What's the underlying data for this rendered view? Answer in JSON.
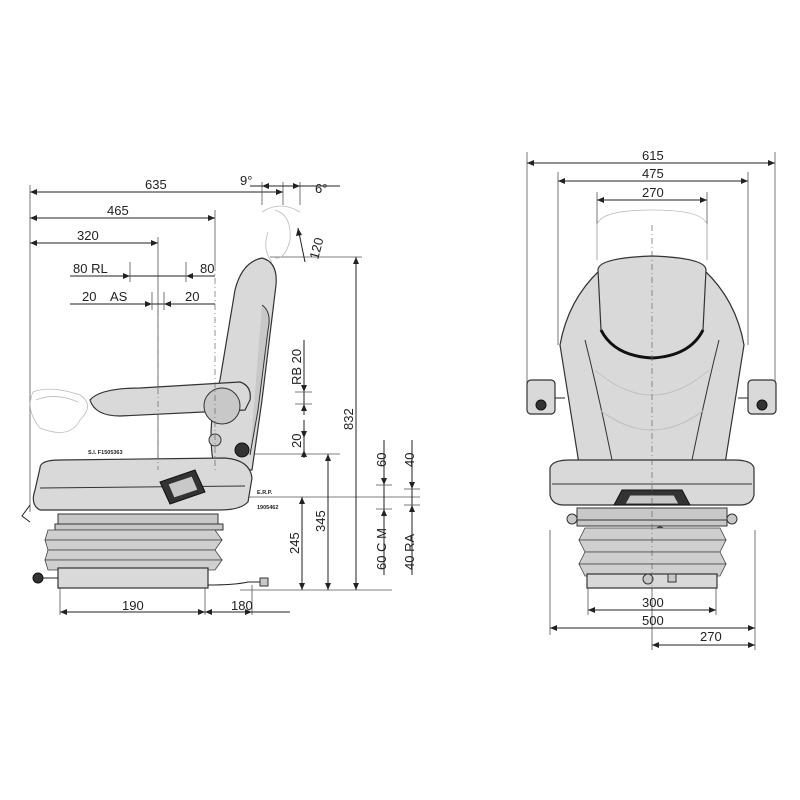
{
  "side_view": {
    "dimensions": {
      "overall_depth": "635",
      "depth_465": "465",
      "depth_320": "320",
      "rl_left": "80 RL",
      "rl_right": "80",
      "as_left": "20",
      "as_label": "AS",
      "as_right": "20",
      "headrest_angle_back": "9°",
      "headrest_angle_fwd": "6°",
      "headrest_travel": "120",
      "backrest_rb": "RB 20",
      "armrest_20": "20",
      "overall_height": "832",
      "seat_height_345": "345",
      "base_height_245": "245",
      "cm_60_upper": "60",
      "cm_60_lower": "60 C M",
      "ra_40_upper": "40",
      "ra_40_lower": "40 RA",
      "base_depth_190": "190",
      "base_rear_180": "180"
    },
    "part_labels": {
      "part_number_1": "S.I. F1505363",
      "part_number_2_heading": "E.R.P.",
      "part_number_2": "1905462"
    }
  },
  "front_view": {
    "dimensions": {
      "overall_width": "615",
      "backrest_width": "475",
      "headrest_width": "270",
      "base_width_300": "300",
      "base_width_500": "500",
      "half_width_270": "270"
    }
  }
}
